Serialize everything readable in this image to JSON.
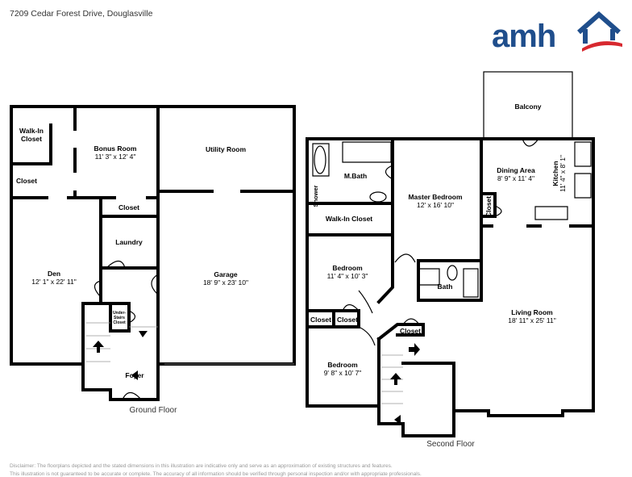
{
  "header": {
    "address": "7209 Cedar Forest Drive, Douglasville",
    "logo_text": "amh",
    "logo_colors": {
      "blue": "#1f4e8c",
      "red": "#d7282f"
    }
  },
  "ground_floor": {
    "label": "Ground Floor",
    "rooms": {
      "walk_in_closet": "Walk-In Closet",
      "closet1": "Closet",
      "bonus_room": {
        "name": "Bonus Room",
        "dims": "11' 3\" x 12' 4\""
      },
      "utility_room": "Utility Room",
      "closet2": "Closet",
      "laundry": "Laundry",
      "den": {
        "name": "Den",
        "dims": "12' 1\" x 22' 11\""
      },
      "garage": {
        "name": "Garage",
        "dims": "18' 9\" x 23' 10\""
      },
      "under_stairs": [
        "Under-",
        "Stairs",
        "Closet"
      ],
      "foyer": "Foyer"
    }
  },
  "second_floor": {
    "label": "Second Floor",
    "rooms": {
      "balcony": "Balcony",
      "mbath": "M.Bath",
      "shower": "Shower",
      "walk_in_closet": "Walk-In Closet",
      "master_bedroom": {
        "name": "Master Bedroom",
        "dims": "12' x 16' 10\""
      },
      "dining": {
        "name": "Dining Area",
        "dims": "8' 9\" x 11' 4\""
      },
      "kitchen": {
        "name": "Kitchen",
        "dims": "11' 4\" x 8' 1\""
      },
      "closet_dining": "Closet",
      "bedroom1": {
        "name": "Bedroom",
        "dims": "11' 4\" x 10' 3\""
      },
      "bath": "Bath",
      "living_room": {
        "name": "Living Room",
        "dims": "18' 11\" x 25' 11\""
      },
      "closet_a": "Closet",
      "closet_b": "Closet",
      "closet_c": "Closet",
      "bedroom2": {
        "name": "Bedroom",
        "dims": "9' 8\" x 10' 7\""
      }
    }
  },
  "disclaimer": {
    "line1": "Disclaimer: The floorplans depicted and the stated dimensions in this illustration are indicative only and serve as an approximation of existing structures and features.",
    "line2": "This illustration is not guaranteed to be accurate or complete. The accuracy of all information should be verified through personal inspection and/or with appropriate professionals."
  }
}
